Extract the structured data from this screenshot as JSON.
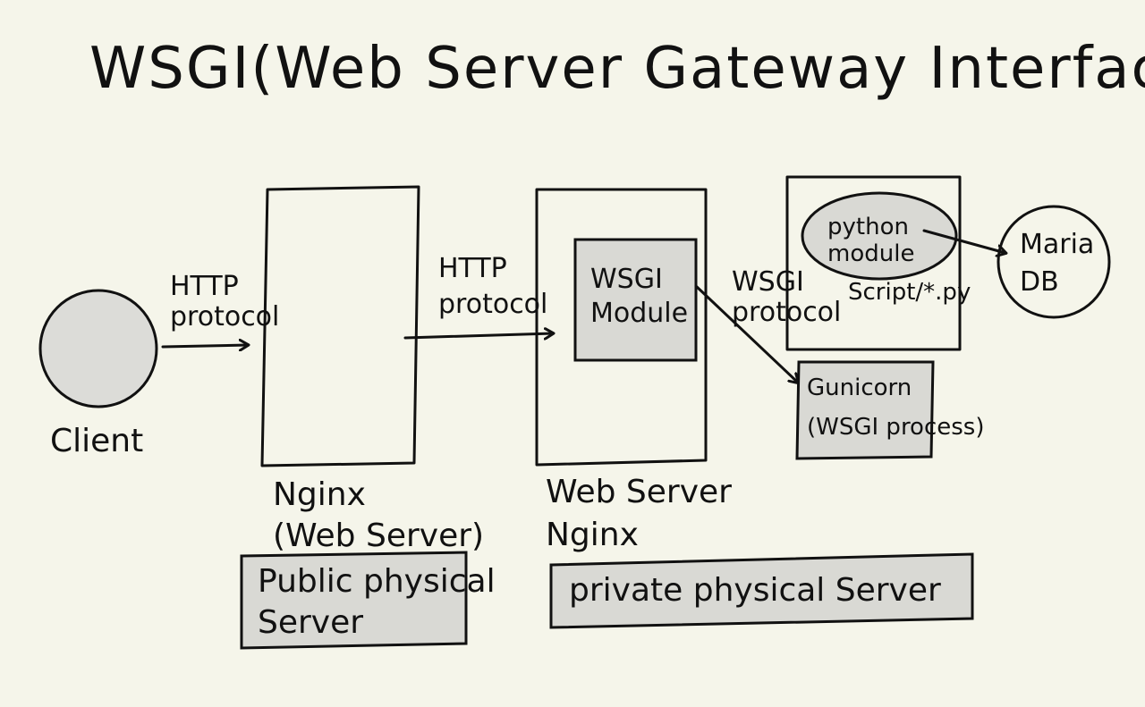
{
  "title": "WSGI(Web Server Gateway Interface)",
  "colors": {
    "background": "#f5f5ea",
    "ink": "#111111",
    "box_fill": "#d9d9d4"
  },
  "nodes": {
    "client": "Client",
    "nginx_public": "Nginx\n(Web Server)",
    "public_server": "Public physical\nServer",
    "wsgi_module": "WSGI\nModule",
    "web_server_private": "Web Server\nNginx",
    "private_server": "private physical Server",
    "python_module": "python\nmodule",
    "script": "Script/*.py",
    "mariadb": "Maria\nDB",
    "gunicorn": "Gunicorn\n(WSGI process)"
  },
  "edges": {
    "client_to_nginx": "HTTP\nprotocol",
    "nginx_to_private": "HTTP\nprotocol",
    "wsgi_to_gunicorn": "WSGI\nprotocol"
  }
}
